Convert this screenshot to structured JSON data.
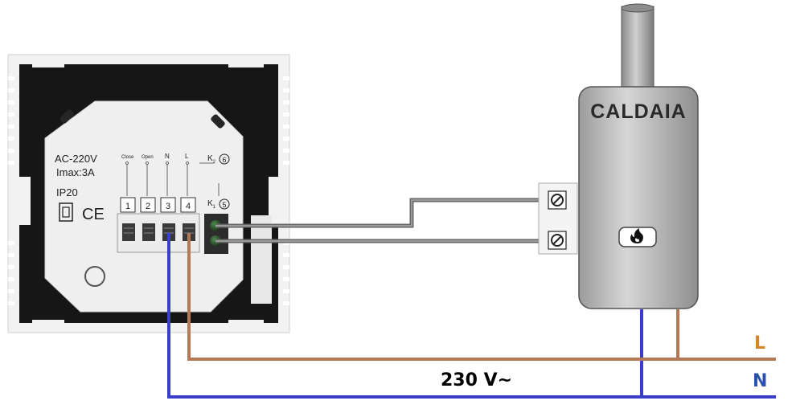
{
  "thermostat": {
    "rating_voltage": "AC-220V",
    "rating_current": "Imax:3A",
    "ip_rating": "IP20",
    "ce_mark": "CE",
    "terminals": [
      {
        "label": "Close",
        "number": "1"
      },
      {
        "label": "Open",
        "number": "2"
      },
      {
        "label": "N",
        "number": "3"
      },
      {
        "label": "L",
        "number": "4"
      }
    ],
    "relay_k2": "K",
    "relay_k2_sub": "2",
    "relay_k2_num": "6",
    "relay_k1": "K",
    "relay_k1_sub": "1",
    "relay_k1_num": "5"
  },
  "boiler": {
    "title": "CALDAIA",
    "flame_icon": "flame-icon",
    "terminal_icon": "screw-terminal-icon"
  },
  "mains": {
    "voltage_label": "230 V~",
    "line_label": "L",
    "neutral_label": "N"
  },
  "colors": {
    "line_wire": "#b37a55",
    "neutral_wire": "#3a3ec8",
    "signal_wire": "#7a7a7a",
    "label_orange": "#d8842c",
    "label_blue": "#2a4fb0",
    "thermostat_frame": "#1a1a1a",
    "boiler_body": "#b8b8b8"
  }
}
